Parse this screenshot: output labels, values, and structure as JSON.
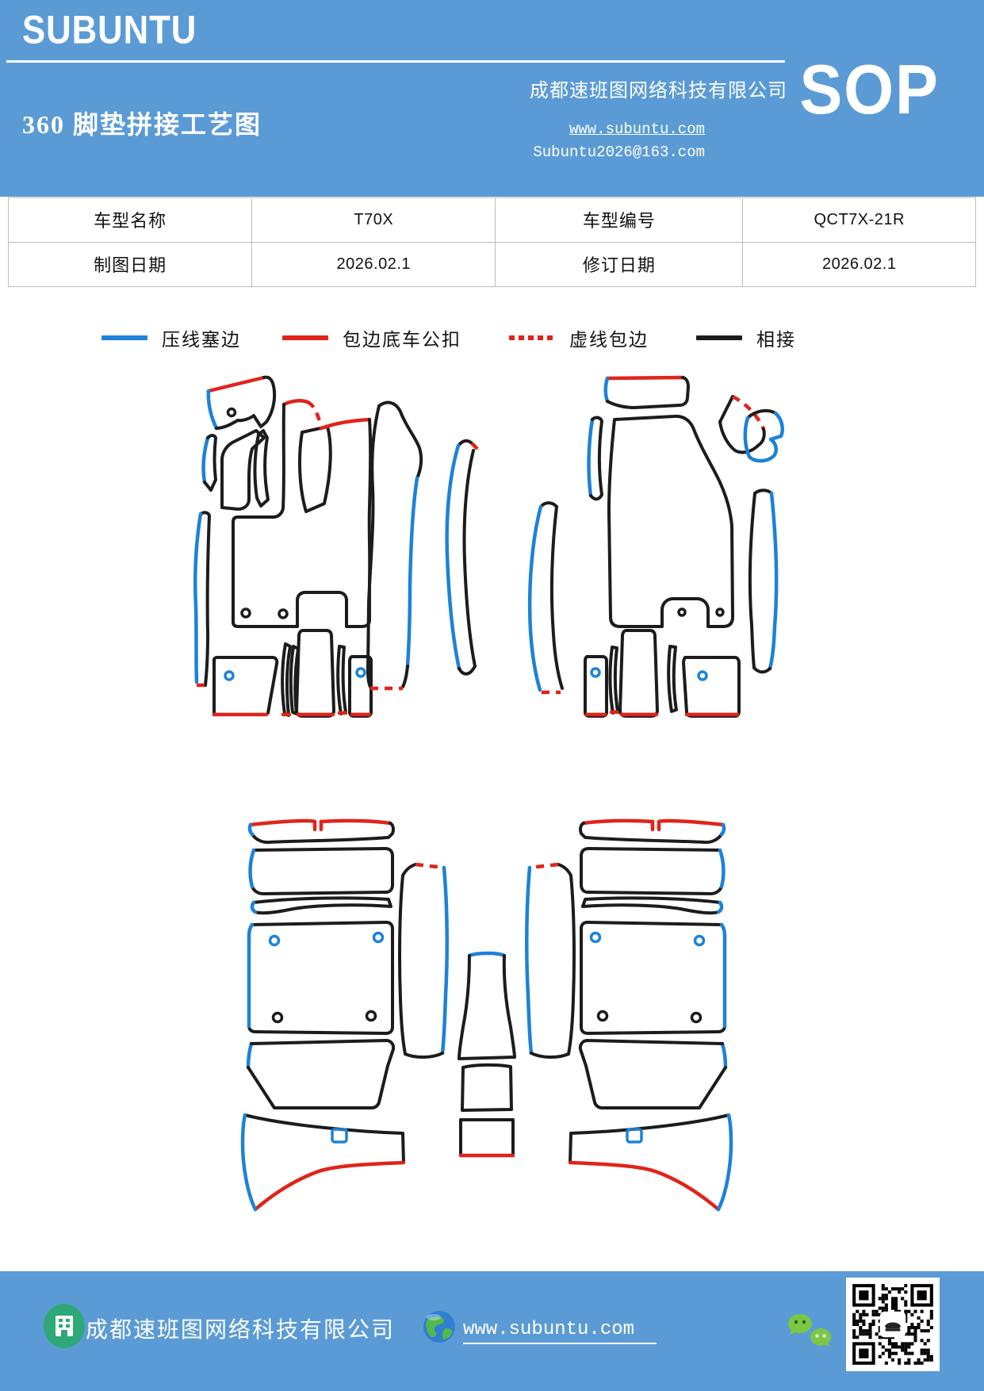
{
  "header": {
    "logo": "SUBUNTU",
    "title": "360 脚垫拼接工艺图",
    "company": "成都速班图网络科技有限公司",
    "website": "www.subuntu.com",
    "email": "Subuntu2026@163.com",
    "badge": "SOP"
  },
  "info_table": {
    "rows": [
      [
        {
          "label": "车型名称",
          "value": "T70X"
        },
        {
          "label": "车型编号",
          "value": "QCT7X-21R"
        }
      ],
      [
        {
          "label": "制图日期",
          "value": "2026.02.1"
        },
        {
          "label": "修订日期",
          "value": "2026.02.1"
        }
      ]
    ]
  },
  "legend": {
    "items": [
      {
        "label": "压线塞边",
        "color": "#1d82d8",
        "style": "solid"
      },
      {
        "label": "包边底车公扣",
        "color": "#e02419",
        "style": "solid"
      },
      {
        "label": "虚线包边",
        "color": "#e02419",
        "style": "dashed"
      },
      {
        "label": "相接",
        "color": "#1c1c1c",
        "style": "solid"
      }
    ]
  },
  "diagram": {
    "line_colors": {
      "edge_blue": "#1d82d8",
      "edge_red": "#e02419",
      "outline_black": "#1c1c1c",
      "header_blue": "#5b9bd5"
    }
  },
  "footer": {
    "company": "成都速班图网络科技有限公司",
    "website": "www.subuntu.com"
  }
}
